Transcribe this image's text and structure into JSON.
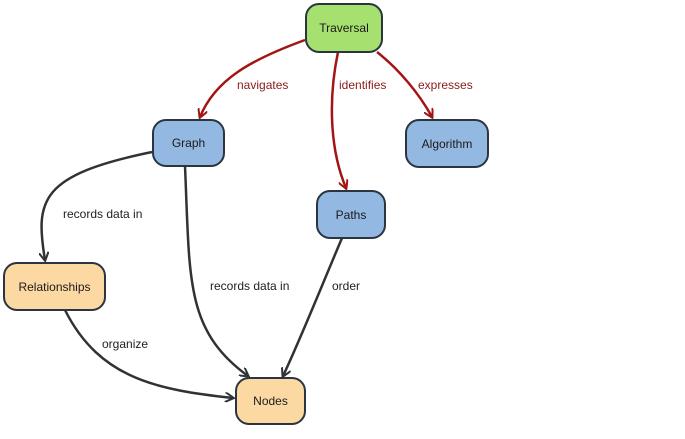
{
  "nodes": {
    "traversal": "Traversal",
    "graph": "Graph",
    "algorithm": "Algorithm",
    "paths": "Paths",
    "relationships": "Relationships",
    "nodes": "Nodes"
  },
  "edges": {
    "navigates": "navigates",
    "identifies": "identifies",
    "expresses": "expresses",
    "graph_relationships": "records data in",
    "graph_nodes": "records data in",
    "paths_nodes": "order",
    "relationships_nodes": "organize"
  },
  "colors": {
    "red_edge": "#a31515",
    "dark_edge": "#2f3336",
    "green": "#a6e06e",
    "blue": "#93b9e2",
    "orange": "#fcd9a3"
  }
}
